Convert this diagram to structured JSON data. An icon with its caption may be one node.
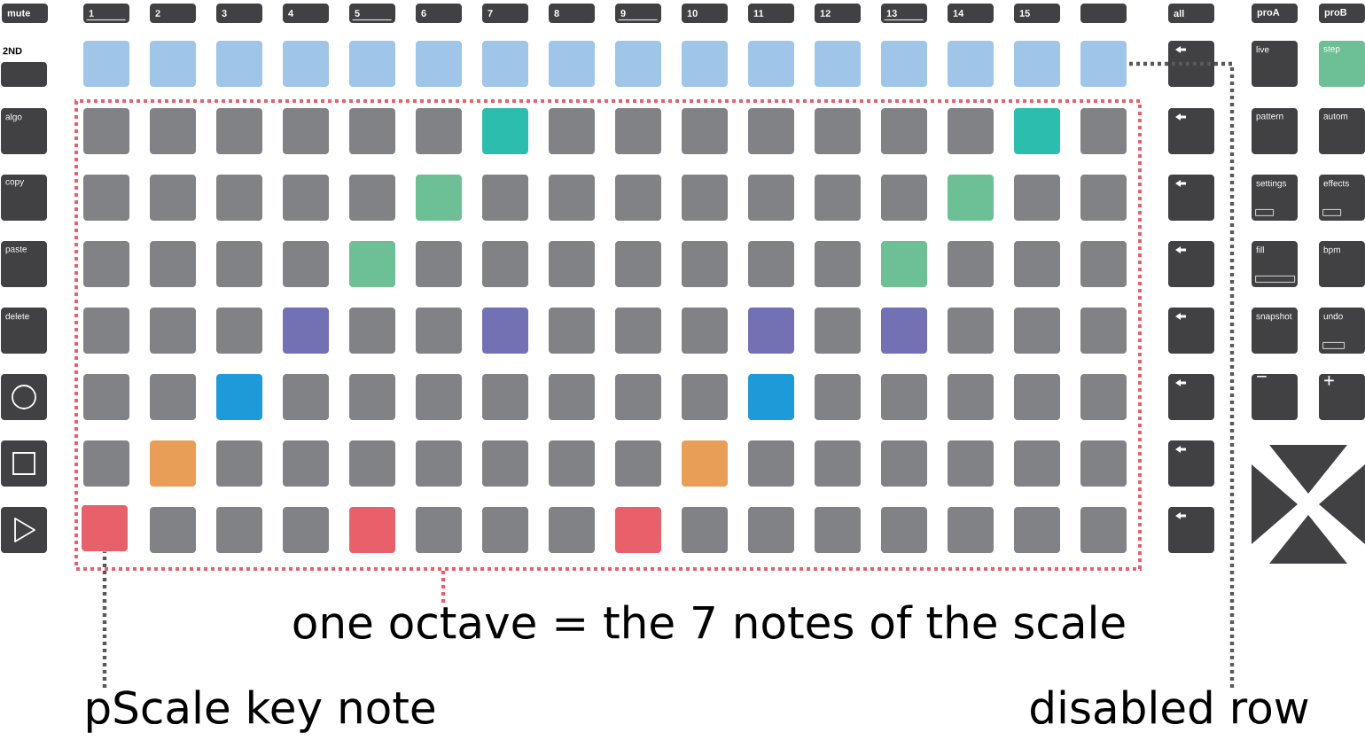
{
  "diagram": {
    "nodes": [
      {
        "text": [
          "mute"
        ]
      },
      {
        "text": [
          "1"
        ]
      },
      {
        "text": [
          "2"
        ]
      },
      {
        "text": [
          "3"
        ]
      },
      {
        "text": [
          "4"
        ]
      },
      {
        "text": [
          "5"
        ]
      },
      {
        "text": [
          "6"
        ]
      },
      {
        "text": [
          "7"
        ]
      },
      {
        "text": [
          "8"
        ]
      },
      {
        "text": [
          "9"
        ]
      },
      {
        "text": [
          "10"
        ]
      },
      {
        "text": [
          "11"
        ]
      },
      {
        "text": [
          "12"
        ]
      },
      {
        "text": [
          "13"
        ]
      },
      {
        "text": [
          "14"
        ]
      },
      {
        "text": [
          "15"
        ]
      },
      {
        "text": [
          "all"
        ]
      },
      {
        "text": [
          "pro**A**"
        ]
      },
      {
        "text": [
          "pro**B**"
        ]
      },
      {
        "text": [
          "2ND"
        ]
      },
      {
        "text": [
          "live"
        ]
      },
      {
        "text": [
          "step"
        ]
      },
      {
        "text": [
          "algo"
        ]
      },
      {
        "text": [
          "pattern"
        ]
      },
      {
        "text": [
          "autom"
        ]
      },
      {
        "text": [
          "copy"
        ]
      },
      {
        "text": [
          "settings"
        ]
      },
      {
        "text": [
          "effects"
        ]
      },
      {
        "text": [
          "paste"
        ]
      },
      {
        "text": [
          "fill"
        ]
      },
      {
        "text": [
          "bpm"
        ]
      },
      {
        "text": [
          "delete"
        ]
      },
      {
        "text": [
          "snapshot"
        ]
      },
      {
        "text": [
          "undo"
        ]
      },
      {
        "text": [
          "−"
        ]
      },
      {
        "text": [
          "+"
        ]
      },
      {
        "text": [
          "one octave = the 7 notes of the scale"
        ]
      },
      {
        "text": [
          "pScale key note"
        ]
      },
      {
        "text": [
          "disabled row"
        ]
      },
      {
        "text": [],
        "shape": "box"
      },
      {
        "text": [],
        "shape": "box",
        "in": 39
      },
      {
        "text": [],
        "shape": "box"
      },
      {
        "text": [],
        "shape": "box"
      },
      {
        "text": [],
        "shape": "box"
      },
      {
        "text": [],
        "shape": "box"
      },
      {
        "text": [],
        "shape": "box"
      },
      {
        "text": [],
        "shape": "box"
      },
      {
        "text": [],
        "shape": "box"
      },
      {
        "text": [],
        "shape": "box"
      },
      {
        "text": [],
        "shape": "box"
      },
      {
        "text": [],
        "shape": "box"
      },
      {
        "text": [],
        "shape": "box"
      },
      {
        "text": [],
        "shape": "box"
      },
      {
        "text": [],
        "shape": "box"
      }
    ],
    "edges": [
      {
        "from": 36,
        "to": 39,
        "arrow": "none",
        "color": "#e8606a"
      },
      {
        "from": 37,
        "to": 40,
        "arrow": "none"
      },
      {
        "from": 38,
        "to": 41,
        "arrow": "none"
      }
    ]
  }
}
